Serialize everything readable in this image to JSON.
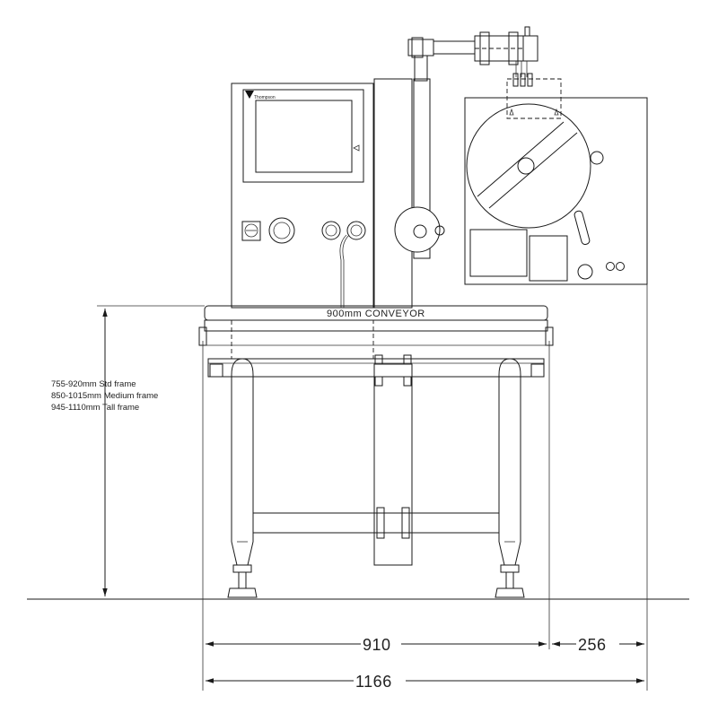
{
  "drawing": {
    "conveyor_label": "900mm CONVEYOR",
    "frame_heights": [
      "755-920mm Std frame",
      "850-1015mm Medium frame",
      "945-1110mm Tall frame"
    ],
    "dimensions": {
      "conveyor_width": "910",
      "side_extension": "256",
      "overall_width": "1166"
    },
    "logo_text": "Thompson"
  }
}
